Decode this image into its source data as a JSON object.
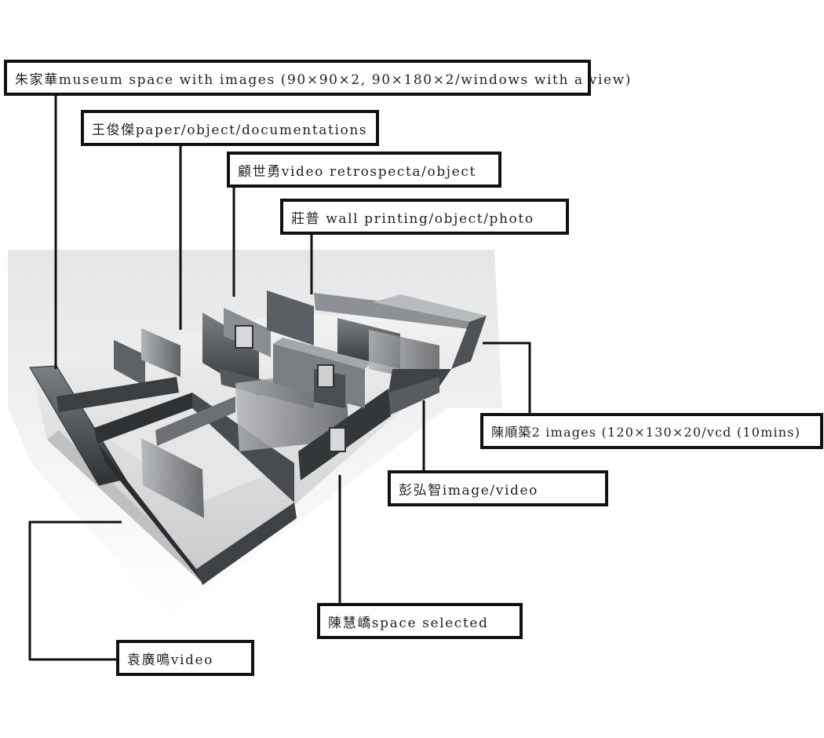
{
  "labels": {
    "zhu": "朱家華museum space with images (90×90×2, 90×180×2/windows with a view)",
    "wang": "王俊傑paper/object/documentations",
    "gu": "顧世勇video retrospecta/object",
    "zhuang": "莊普 wall printing/object/photo",
    "chen_shun": "陳順築2 images (120×130×20/vcd (10mins)",
    "peng": "彭弘智image/video",
    "chen_hui": "陳慧嶠space selected",
    "yuan": "袁廣鳴video"
  },
  "colors": {
    "line": "#111111",
    "wall_dark": "#3a3d40",
    "wall_mid": "#6b6f73",
    "wall_light": "#a9adb1",
    "floor": "#d9dadb"
  }
}
